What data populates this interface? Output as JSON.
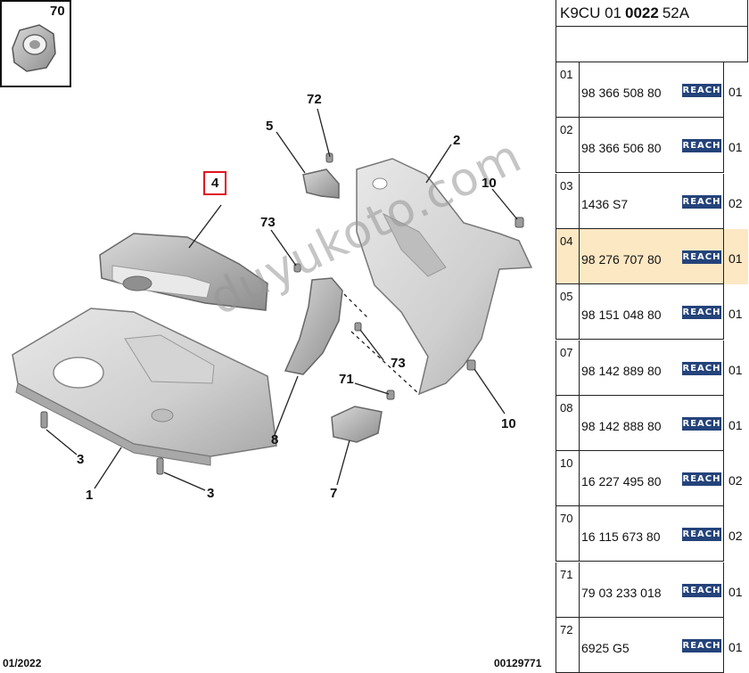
{
  "callouts": {
    "c70": "70",
    "c72": "72",
    "c5": "5",
    "c2": "2",
    "c4": "4",
    "c10a": "10",
    "c73a": "73",
    "c73b": "73",
    "c71": "71",
    "c10b": "10",
    "c3a": "3",
    "c3b": "3",
    "c8": "8",
    "c1": "1",
    "c7": "7"
  },
  "watermark": "duyukoto.com",
  "footer": {
    "date": "01/2022",
    "doc_number": "00129771"
  },
  "panel": {
    "code_prefix": "K9CU 01",
    "code_bold": "0022",
    "code_suffix": "52A",
    "rows": [
      {
        "ref": "01",
        "part_number": "98 366 508 80",
        "badge": "REACH",
        "qty": "01"
      },
      {
        "ref": "02",
        "part_number": "98 366 506 80",
        "badge": "REACH",
        "qty": "01"
      },
      {
        "ref": "03",
        "part_number": "1436 S7",
        "badge": "REACH",
        "qty": "02"
      },
      {
        "ref": "04",
        "part_number": "98 276 707 80",
        "badge": "REACH",
        "qty": "01",
        "selected": true
      },
      {
        "ref": "05",
        "part_number": "98 151 048 80",
        "badge": "REACH",
        "qty": "01"
      },
      {
        "ref": "07",
        "part_number": "98 142 889 80",
        "badge": "REACH",
        "qty": "01"
      },
      {
        "ref": "08",
        "part_number": "98 142 888 80",
        "badge": "REACH",
        "qty": "01"
      },
      {
        "ref": "10",
        "part_number": "16 227 495 80",
        "badge": "REACH",
        "qty": "02"
      },
      {
        "ref": "70",
        "part_number": "16 115 673 80",
        "badge": "REACH",
        "qty": "02"
      },
      {
        "ref": "71",
        "part_number": "79 03 233 018",
        "badge": "REACH",
        "qty": "01"
      },
      {
        "ref": "72",
        "part_number": "6925 G5",
        "badge": "REACH",
        "qty": "01"
      }
    ]
  },
  "colors": {
    "highlight_row": "#fde8c4",
    "highlight_box": "#e0141e",
    "reach_badge": "#24437a"
  }
}
